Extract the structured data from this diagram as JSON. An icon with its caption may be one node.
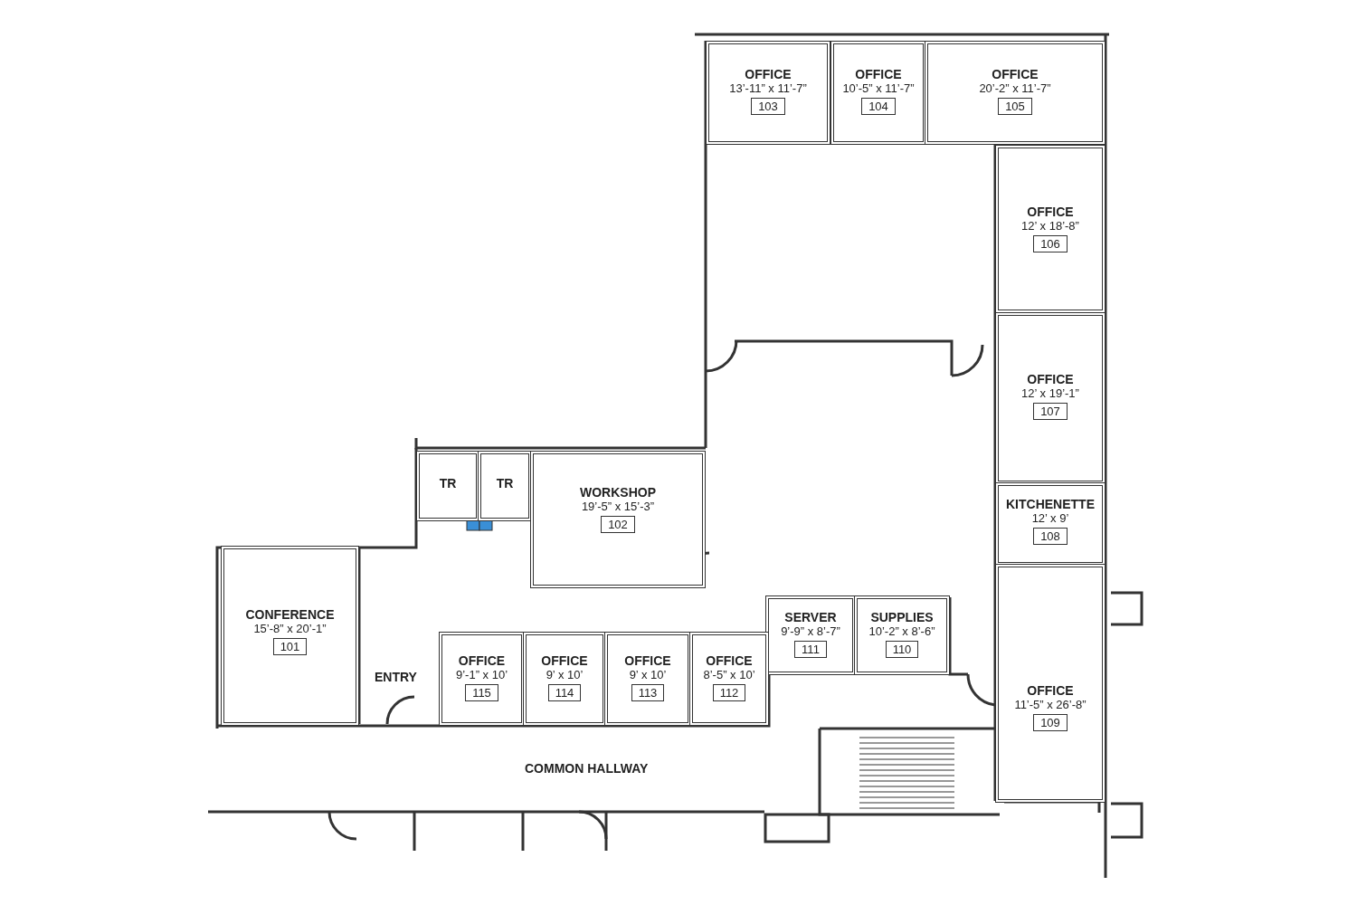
{
  "diagram": {
    "nodes": [
      {
        "text": [
          "OFFICE",
          "13’-11” x 11’-7”",
          "103"
        ]
      },
      {
        "text": [
          "OFFICE",
          "10’-5” x 11’-7”",
          "104"
        ]
      },
      {
        "text": [
          "OFFICE",
          "20’-2” x 11’-7”",
          "105"
        ]
      },
      {
        "text": [
          "OFFICE",
          "12’ x 18’-8”",
          "106"
        ]
      },
      {
        "text": [
          "OFFICE",
          "12’ x 19’-1”",
          "107"
        ]
      },
      {
        "text": [
          "TR"
        ]
      },
      {
        "text": [
          "TR"
        ]
      },
      {
        "text": [
          "WORKSHOP",
          "19’-5” x 15’-3”",
          "102"
        ]
      },
      {
        "text": [
          "KITCHENETTE",
          "12’ x 9’",
          "108"
        ]
      },
      {
        "text": [
          "CONFERENCE",
          "15’-8” x 20’-1”",
          "101"
        ]
      },
      {
        "text": [
          "SERVER",
          "9’-9” x 8’-7”",
          "111"
        ]
      },
      {
        "text": [
          "SUPPLIES",
          "10’-2” x 8’-6”",
          "110"
        ]
      },
      {
        "text": [
          "OFFICE",
          "9’-1” x 10’",
          "115"
        ]
      },
      {
        "text": [
          "OFFICE",
          "9’ x 10’",
          "114"
        ]
      },
      {
        "text": [
          "OFFICE",
          "9’ x 10’",
          "113"
        ]
      },
      {
        "text": [
          "OFFICE",
          "8’-5” x 10’",
          "112"
        ]
      },
      {
        "text": [
          "OFFICE",
          "11’-5” x 26’-8”",
          "109"
        ]
      }
    ],
    "edges": [],
    "labels": [
      "ENTRY",
      "COMMON HALLWAY"
    ]
  }
}
